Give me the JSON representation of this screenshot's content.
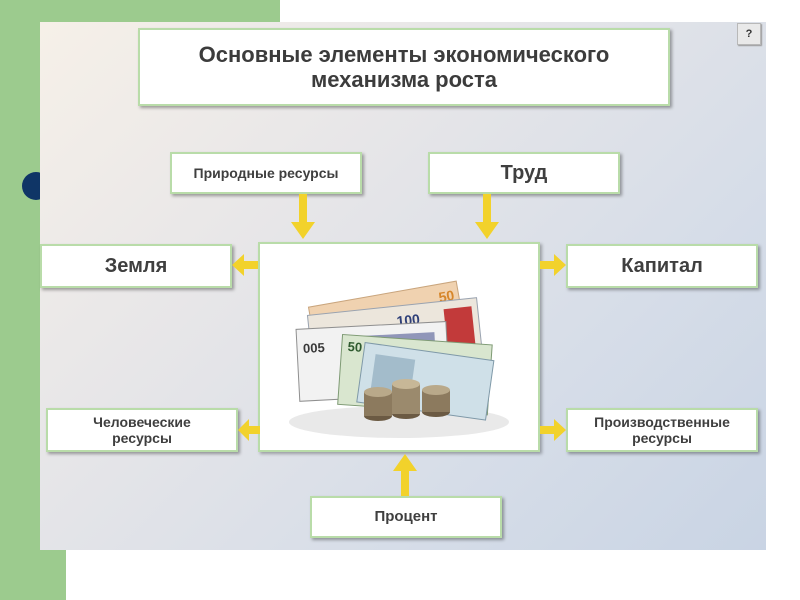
{
  "help_button": "?",
  "title": "Основные  элементы экономического\nмеханизма  роста",
  "nodes": {
    "nature": "Природные ресурсы",
    "labor": "Труд",
    "land": "Земля",
    "capital": "Капитал",
    "human": "Человеческие\nресурсы",
    "production": "Производственные\nресурсы",
    "interest": "Процент"
  },
  "image_subject": "money-banknotes-and-coins",
  "colors": {
    "strip": "#9ccb8e",
    "bullet": "#0f3566",
    "arrow": "#f2d22b",
    "box_border": "#b9dca9"
  }
}
